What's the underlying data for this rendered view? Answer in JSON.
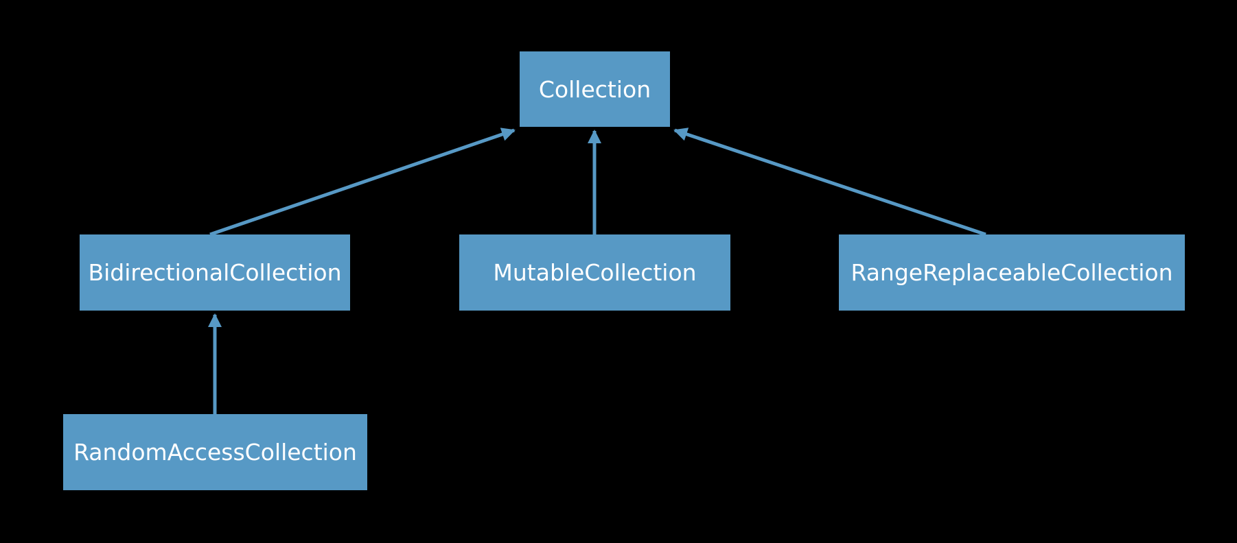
{
  "diagram": {
    "background_color": "#000000",
    "node_color": "#5799c5",
    "edge_color": "#5799c5",
    "text_color": "#ffffff",
    "nodes": [
      {
        "id": "collection",
        "label": "Collection"
      },
      {
        "id": "bidirectional",
        "label": "BidirectionalCollection"
      },
      {
        "id": "mutable",
        "label": "MutableCollection"
      },
      {
        "id": "rangereplaceable",
        "label": "RangeReplaceableCollection"
      },
      {
        "id": "randomaccess",
        "label": "RandomAccessCollection"
      }
    ],
    "edges": [
      {
        "from": "bidirectional",
        "to": "collection"
      },
      {
        "from": "mutable",
        "to": "collection"
      },
      {
        "from": "rangereplaceable",
        "to": "collection"
      },
      {
        "from": "randomaccess",
        "to": "bidirectional"
      }
    ]
  }
}
